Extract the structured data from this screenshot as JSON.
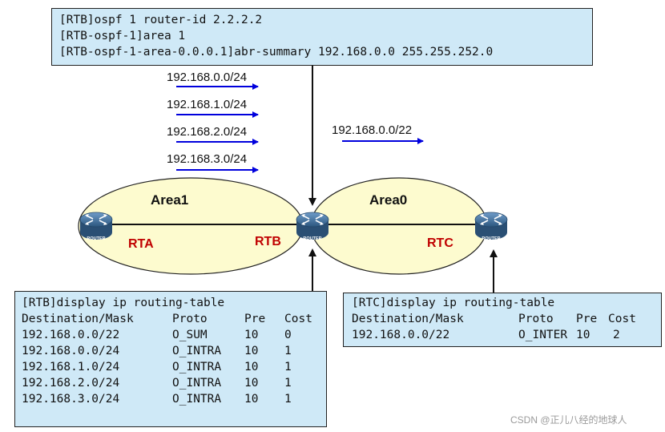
{
  "config_commands": [
    "[RTB]ospf 1 router-id 2.2.2.2",
    "[RTB-ospf-1]area 1",
    "[RTB-ospf-1-area-0.0.0.1]abr-summary 192.168.0.0 255.255.252.0"
  ],
  "advertised_routes": [
    "192.168.0.0/24",
    "192.168.1.0/24",
    "192.168.2.0/24",
    "192.168.3.0/24"
  ],
  "summary_route": "192.168.0.0/22",
  "areas": {
    "area1": "Area1",
    "area0": "Area0"
  },
  "routers": {
    "rta": "RTA",
    "rtb": "RTB",
    "rtc": "RTC",
    "icon_text": "ROUTER"
  },
  "rtb_table": {
    "command": "[RTB]display ip routing-table",
    "headers": [
      "Destination/Mask",
      "Proto",
      "Pre",
      "Cost"
    ],
    "rows": [
      [
        "192.168.0.0/22",
        "O_SUM",
        "10",
        "0"
      ],
      [
        "192.168.0.0/24",
        "O_INTRA",
        "10",
        "1"
      ],
      [
        "192.168.1.0/24",
        "O_INTRA",
        "10",
        "1"
      ],
      [
        "192.168.2.0/24",
        "O_INTRA",
        "10",
        "1"
      ],
      [
        "192.168.3.0/24",
        "O_INTRA",
        "10",
        "1"
      ]
    ]
  },
  "rtc_table": {
    "command": "[RTC]display ip routing-table",
    "headers": [
      "Destination/Mask",
      "Proto",
      "Pre",
      "Cost"
    ],
    "rows": [
      [
        "192.168.0.0/22",
        "O_INTER",
        "10",
        "2"
      ]
    ]
  },
  "watermark": "CSDN @正儿八经的地球人",
  "colors": {
    "area_fill": "#fdfbcf",
    "box_fill": "#cfe9f7",
    "router_label": "#c00000",
    "route_arrow": "#0000dd",
    "router_body": "#3f6f9e"
  }
}
